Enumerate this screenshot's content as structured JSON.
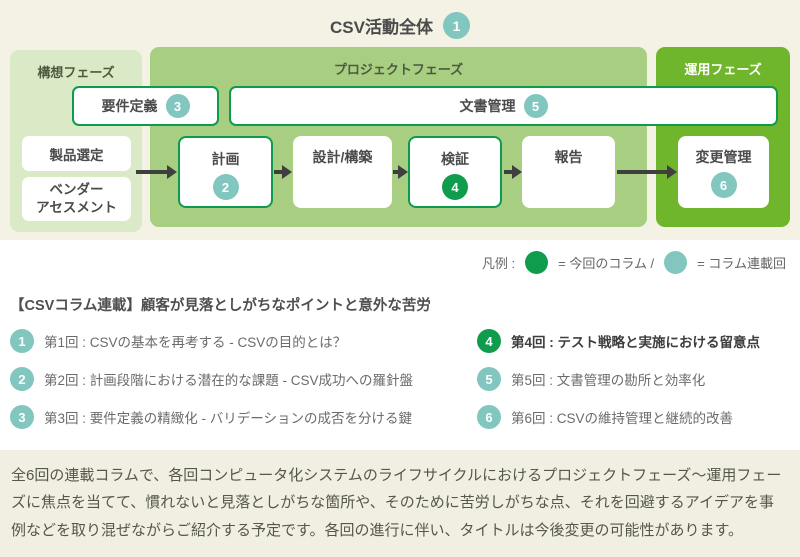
{
  "title": {
    "text": "CSV活動全体",
    "badge": "1"
  },
  "diagram": {
    "phases": [
      {
        "label": "構想フェーズ"
      },
      {
        "label": "プロジェクトフェーズ"
      },
      {
        "label": "運用フェーズ"
      }
    ],
    "requirements": {
      "label": "要件定義",
      "badge": "3"
    },
    "documents": {
      "label": "文書管理",
      "badge": "5"
    },
    "concept_items": {
      "product": {
        "label": "製品選定"
      },
      "vendor": {
        "line1": "ベンダー",
        "line2": "アセスメント"
      }
    },
    "flow": [
      {
        "label": "計画",
        "badge": "2"
      },
      {
        "label": "設計/構築"
      },
      {
        "label": "検証",
        "badge": "4"
      },
      {
        "label": "報告"
      },
      {
        "label": "変更管理",
        "badge": "6"
      }
    ]
  },
  "legend": {
    "label": "凡例 :",
    "current_label": "= 今回のコラム /",
    "series_label": "= コラム連載回"
  },
  "column_series": {
    "heading": "【CSVコラム連載】顧客が見落としがちなポイントと意外な苦労",
    "items": [
      {
        "num": "1",
        "text": "第1回 : CSVの基本を再考する - CSVの目的とは？"
      },
      {
        "num": "2",
        "text": "第2回 : 計画段階における潜在的な課題 - CSV成功への羅針盤"
      },
      {
        "num": "3",
        "text": "第3回 : 要件定義の精緻化 - バリデーションの成否を分ける鍵"
      },
      {
        "num": "4",
        "text": "第4回 : テスト戦略と実施における留意点"
      },
      {
        "num": "5",
        "text": "第5回 : 文書管理の勘所と効率化"
      },
      {
        "num": "6",
        "text": "第6回 : CSVの維持管理と継続的改善"
      }
    ]
  },
  "footer": {
    "text": "全6回の連載コラムで、各回コンピュータ化システムのライフサイクルにおけるプロジェクトフェーズ〜運用フェーズに焦点を当てて、慣れないと見落としがちな箇所や、そのために苦労しがちな点、それを回避するアイデアを事例などを取り混ぜながらご紹介する予定です。各回の進行に伴い、タイトルは今後変更の可能性があります。"
  },
  "colors": {
    "background_cream": "#f4f2e4",
    "phase_concept": "#dbeac6",
    "phase_project": "#a8ce81",
    "phase_operation": "#6fb62c",
    "highlight_border_green": "#0e9b4f",
    "current_column_green": "#109c4d",
    "series_teal": "#82c6c0",
    "arrow_gray": "#3f3f3f"
  }
}
